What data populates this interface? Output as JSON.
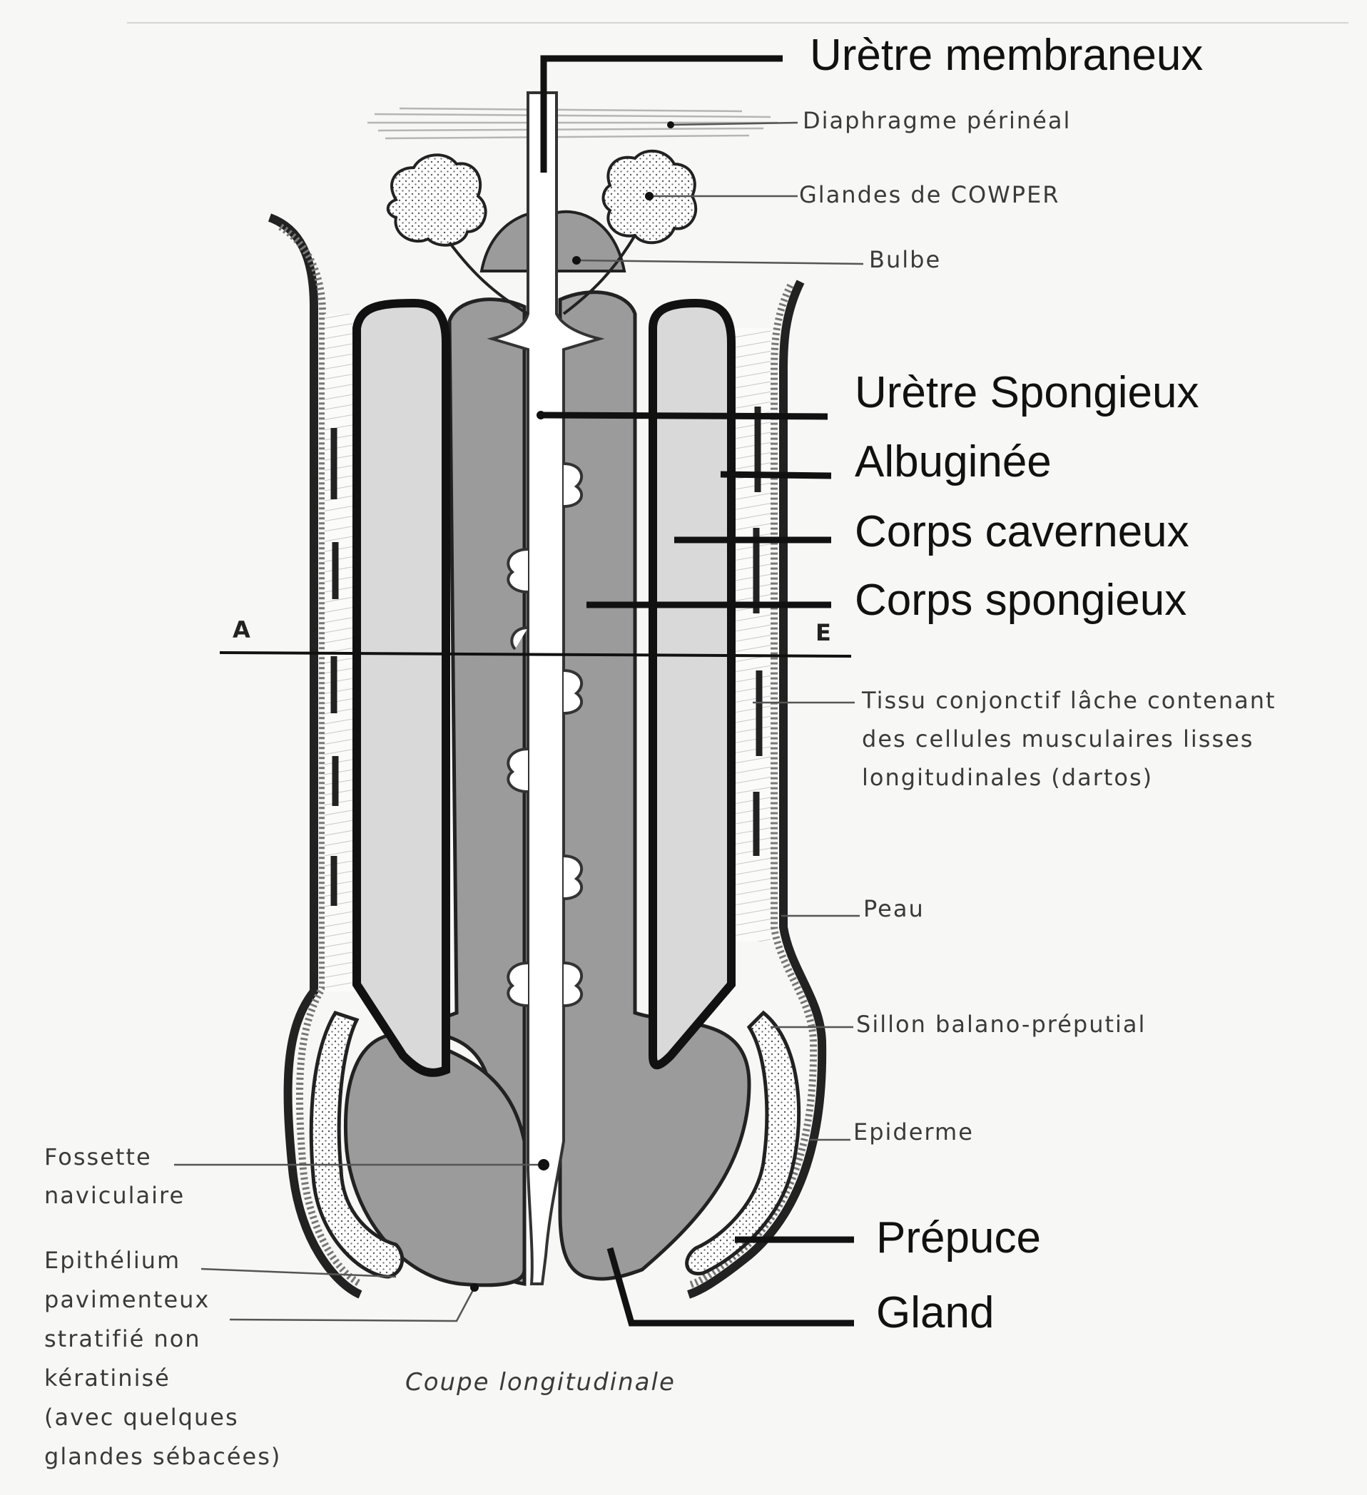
{
  "labels": {
    "uretre_membraneux": "Urètre membraneux",
    "diaphragme": "Diaphragme périnéal",
    "cowper": "Glandes de COWPER",
    "bulbe": "Bulbe",
    "uretre_spongieux": "Urètre Spongieux",
    "albuginee": "Albuginée",
    "corps_caverneux": "Corps caverneux",
    "corps_spongieux": "Corps spongieux",
    "tissu": [
      "Tissu conjonctif lâche contenant",
      "des cellules musculaires lisses",
      "longitudinales (dartos)"
    ],
    "peau": "Peau",
    "sillon": "Sillon balano-préputial",
    "epiderme": "Epiderme",
    "prepuce": "Prépuce",
    "gland": "Gland",
    "fossette": [
      "Fossette",
      "naviculaire"
    ],
    "epithelium": [
      "Epithélium",
      "pavimenteux",
      "stratifié non",
      "kératinisé",
      "(avec quelques",
      "glandes sébacées)"
    ],
    "caption": "Coupe longitudinale",
    "section_a": "A",
    "section_b": "E"
  }
}
